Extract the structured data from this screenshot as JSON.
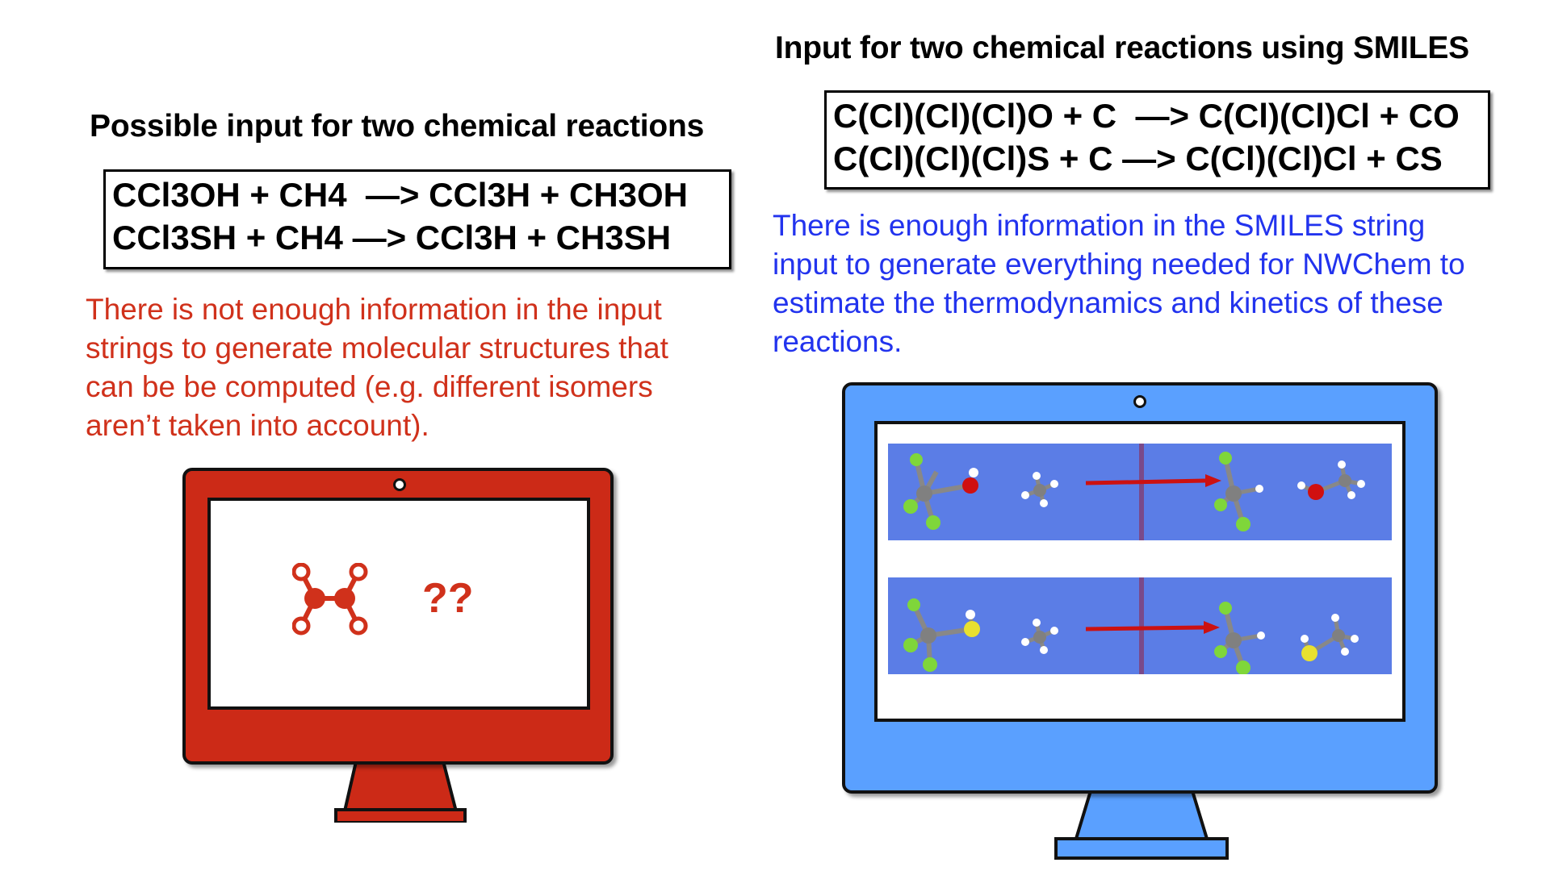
{
  "left": {
    "heading": "Possible input for two chemical reactions",
    "reactions": [
      "CCl3OH + CH4  —> CCl3H + CH3OH",
      "CCl3SH + CH4 —> CCl3H + CH3SH"
    ],
    "note_lines": [
      "There is not enough information in the input",
      "strings to generate molecular structures that",
      "can be be computed (e.g. different isomers",
      "aren’t taken into account)."
    ],
    "screen_label": "??",
    "monitor_color": "#cc2a17",
    "molecule_icon": "molecule-icon"
  },
  "right": {
    "heading": "Input for two chemical reactions using SMILES",
    "reactions": [
      "C(Cl)(Cl)(Cl)O + C  —> C(Cl)(Cl)Cl + CO",
      "C(Cl)(Cl)(Cl)S + C —> C(Cl)(Cl)Cl + CS"
    ],
    "note_lines": [
      "There is enough information in the SMILES string",
      "input to generate everything needed for NWChem to",
      "estimate the thermodynamics and kinetics of these",
      "reactions."
    ],
    "monitor_color": "#5aa0ff",
    "panel_color": "#5b7de6",
    "atom_colors": {
      "carbon": "#808080",
      "chlorine": "#7fd63a",
      "oxygen": "#d01010",
      "sulfur": "#e8e030",
      "hydrogen": "#ffffff"
    },
    "arrow_color": "#cc1111"
  }
}
